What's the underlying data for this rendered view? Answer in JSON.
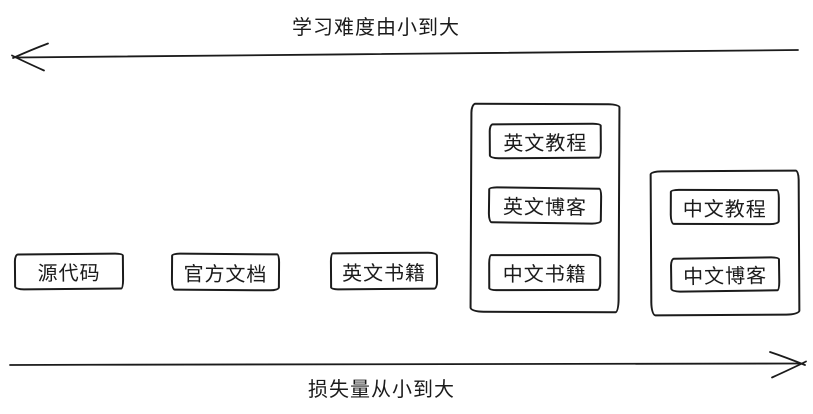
{
  "diagram": {
    "background": "#ffffff",
    "stroke_color": "#1b1b1b",
    "top_axis": {
      "label": "学习难度由小到大",
      "arrow_direction": "left"
    },
    "bottom_axis": {
      "label": "损失量从小到大",
      "arrow_direction": "right"
    },
    "boxes": [
      {
        "label": "源代码"
      },
      {
        "label": "官方文档"
      },
      {
        "label": "英文书籍"
      }
    ],
    "group_1": {
      "items": [
        {
          "label": "英文教程"
        },
        {
          "label": "英文博客"
        },
        {
          "label": "中文书籍"
        }
      ]
    },
    "group_2": {
      "items": [
        {
          "label": "中文教程"
        },
        {
          "label": "中文博客"
        }
      ]
    }
  }
}
